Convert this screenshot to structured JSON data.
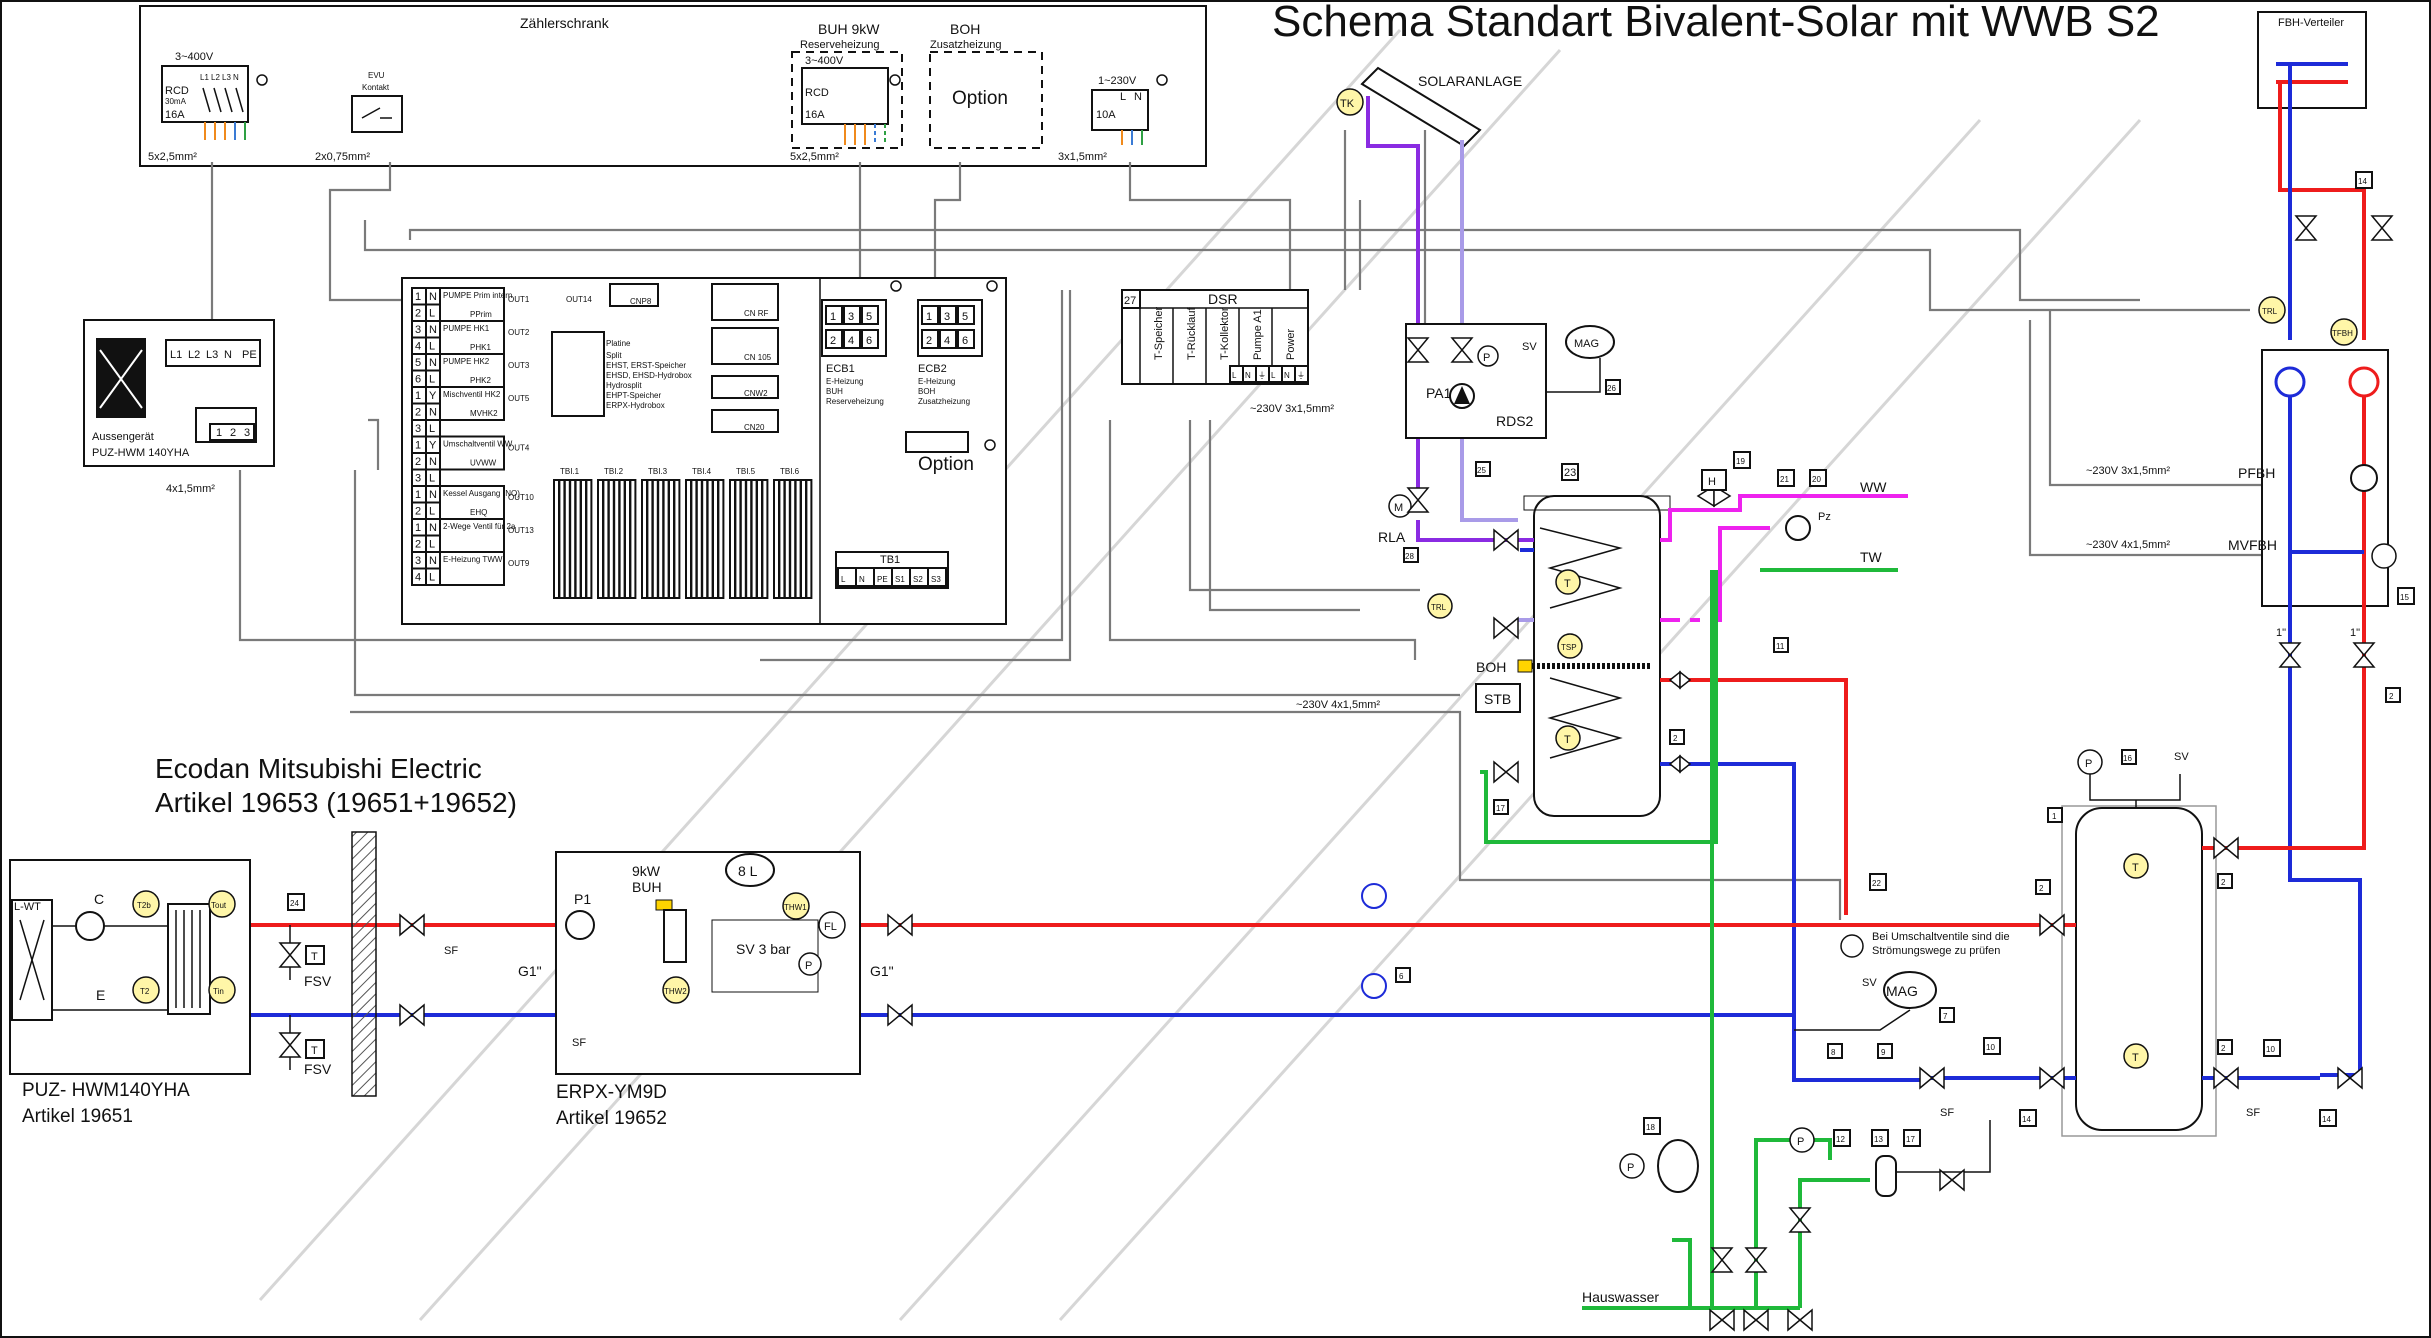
{
  "title": "Schema Standart Bivalent-Solar mit WWB S2",
  "meter_cabinet": {
    "label": "Zählerschrank",
    "supply_3ph": "3~400V",
    "rcd": "RCD",
    "rcd_rating": "30mA",
    "breaker": "16A",
    "phases": [
      "L1",
      "L2",
      "L3",
      "N"
    ],
    "cable_main": "5x2,5mm²",
    "evu_label": "EVU",
    "evu_sub": "Kontakt",
    "cable_evu": "2x0,75mm²",
    "buh_label": "BUH 9kW",
    "buh_sub": "Reserveheizung",
    "boh_label": "BOH",
    "boh_sub": "Zusatzheizung",
    "option": "Option",
    "cable_buh": "5x2,5mm²",
    "supply_1ph": "1~230V",
    "breaker_1ph": "10A",
    "ln": [
      "L",
      "N"
    ],
    "cable_1ph": "3x1,5mm²"
  },
  "outdoor": {
    "terminals": [
      "L1",
      "L2",
      "L3",
      "N",
      "PE"
    ],
    "terms_123": [
      "1",
      "2",
      "3"
    ],
    "label1": "Aussengerät",
    "label2": "PUZ-HWM 140YHA",
    "cable": "4x1,5mm²"
  },
  "controller": {
    "rows": [
      {
        "n1": "1",
        "n2": "N",
        "label": "PUMPE Prim intern",
        "code": "PPrim",
        "out": "OUT1"
      },
      {
        "n1": "2",
        "n2": "L",
        "label": "",
        "code": "",
        "out": ""
      },
      {
        "n1": "3",
        "n2": "N",
        "label": "PUMPE HK1",
        "code": "PHK1",
        "out": "OUT2"
      },
      {
        "n1": "4",
        "n2": "L",
        "label": "",
        "code": "",
        "out": ""
      },
      {
        "n1": "5",
        "n2": "N",
        "label": "PUMPE HK2",
        "code": "PHK2",
        "out": "OUT3"
      },
      {
        "n1": "6",
        "n2": "L",
        "label": "",
        "code": "",
        "out": ""
      },
      {
        "n1": "1",
        "n2": "Y",
        "label": "Mischventil HK2",
        "code": "MVHK2",
        "out": "OUT5"
      },
      {
        "n1": "2",
        "n2": "N",
        "label": "",
        "code": "",
        "out": ""
      },
      {
        "n1": "3",
        "n2": "L",
        "label": "",
        "code": "",
        "out": ""
      },
      {
        "n1": "1",
        "n2": "Y",
        "label": "Umschaltventil WW",
        "code": "UVWW",
        "out": "OUT4"
      },
      {
        "n1": "2",
        "n2": "N",
        "label": "",
        "code": "",
        "out": ""
      },
      {
        "n1": "3",
        "n2": "L",
        "label": "",
        "code": "",
        "out": ""
      },
      {
        "n1": "1",
        "n2": "N",
        "label": "Kessel Ausgang (NO)",
        "code": "EHQ",
        "out": "OUT10"
      },
      {
        "n1": "2",
        "n2": "L",
        "label": "",
        "code": "",
        "out": ""
      },
      {
        "n1": "1",
        "n2": "N",
        "label": "2-Wege Ventil für 2a",
        "code": "",
        "out": "OUT13"
      },
      {
        "n1": "2",
        "n2": "L",
        "label": "",
        "code": "",
        "out": ""
      },
      {
        "n1": "3",
        "n2": "N",
        "label": "E-Heizung TWW",
        "code": "",
        "out": "OUT9"
      },
      {
        "n1": "4",
        "n2": "L",
        "label": "",
        "code": "",
        "out": ""
      }
    ],
    "out14": "OUT14",
    "cnp8": "CNP8",
    "platine": "Platine",
    "platine_lines": [
      "Split",
      "EHST, ERST-Speicher",
      "EHSD, EHSD-Hydrobox",
      "Hydrosplit",
      "EHPT-Speicher",
      "ERPX-Hydrobox"
    ],
    "cn_rf": "CN RF",
    "cn105": "CN 105",
    "cnw2": "CNW2",
    "cn20": "CN20",
    "ecb1": "ECB1",
    "ecb2": "ECB2",
    "ecb_terms_top": [
      "1",
      "3",
      "5"
    ],
    "ecb_terms_bot": [
      "2",
      "4",
      "6"
    ],
    "ecb1_notes": [
      "E-Heizung",
      "BUH",
      "Reserveheizung"
    ],
    "ecb2_notes": [
      "E-Heizung",
      "BOH",
      "Zusatzheizung"
    ],
    "option": "Option",
    "tbi": [
      "TBI.1",
      "TBI.2",
      "TBI.3",
      "TBI.4",
      "TBI.5",
      "TBI.6"
    ],
    "tb1": "TB1",
    "tb1_terms": [
      "L",
      "N",
      "PE",
      "S1",
      "S2",
      "S3"
    ]
  },
  "dsr": {
    "number": "27",
    "label": "DSR",
    "columns": [
      "T-Speicher",
      "T-Rücklauf",
      "T-Kollektor",
      "Pumpe A1",
      "Power"
    ],
    "terms": [
      "L",
      "N",
      "⏚",
      "L",
      "N",
      "⏚"
    ],
    "cable": "~230V  3x1,5mm²"
  },
  "solar": {
    "label": "SOLARANLAGE",
    "tk": "TK",
    "rds2": "RDS2",
    "pa1": "PA1",
    "p": "P",
    "sv": "SV",
    "mag": "MAG",
    "n26": "26",
    "n25": "25",
    "rla": "RLA",
    "n28": "28",
    "m": "M"
  },
  "storage": {
    "n23": "23",
    "t": "T",
    "tsp": "TSP",
    "trl": "TRL",
    "boh": "BOH",
    "stb": "STB",
    "h": "H",
    "n19": "19",
    "n21": "21",
    "n20": "20",
    "pz": "Pz",
    "ww": "WW",
    "tw": "TW",
    "n11": "11",
    "n17": "17",
    "n2": "2",
    "cable": "~230V  4x1,5mm²"
  },
  "fbh": {
    "verteiler": "FBH-Verteiler",
    "n14": "14",
    "trl": "TRL",
    "tfbh": "TFBH",
    "pfbh": "PFBH",
    "mvfbh": "MVFBH",
    "n15": "15",
    "cable_p": "~230V  3x1,5mm²",
    "cable_mv": "~230V  4x1,5mm²",
    "one_inch": "1\"",
    "n2": "2"
  },
  "buffer": {
    "n1": "1",
    "n16": "16",
    "t": "T",
    "p": "P",
    "sv": "SV",
    "n2": "2",
    "n10": "10",
    "n14": "14",
    "sf": "SF"
  },
  "mixing": {
    "n22": "22",
    "note1": "Bei Umschaltventile sind die",
    "note2": "Strömungswege zu prüfen",
    "n6": "6",
    "sv": "SV",
    "mag": "MAG",
    "n7": "7",
    "n8": "8",
    "n9": "9"
  },
  "ecodan": {
    "line1": "Ecodan Mitsubishi Electric",
    "line2": "Artikel 19653 (19651+19652)"
  },
  "outdoor_unit": {
    "lwt": "L-WT",
    "c": "C",
    "e": "E",
    "t2b": "T2b",
    "t2": "T2",
    "tout": "Tout",
    "tin": "Tin",
    "model": "PUZ- HWM140YHA",
    "article": "Artikel  19651",
    "n24": "24",
    "fsv": "FSV",
    "t": "T"
  },
  "hydrobox": {
    "p1": "P1",
    "buh1": "9kW",
    "buh2": "BUH",
    "vol": "8 L",
    "thw1": "THW1",
    "thw2": "THW2",
    "fl": "FL",
    "sv": "SV 3 bar",
    "p": "P",
    "model": "ERPX-YM9D",
    "article": "Artikel  19652",
    "sf": "SF",
    "g1": "G1\""
  },
  "fill": {
    "n18": "18",
    "p": "P",
    "n12": "12",
    "n13": "13",
    "n17": "17",
    "hauswasser": "Hauswasser"
  },
  "colors": {
    "supply": "#ee1c1c",
    "return": "#1d2bd8",
    "cold_water": "#1fb93a",
    "solar_flow": "#8a2be2",
    "solar_return": "#a99be8",
    "circulation": "#ee22ee",
    "wiring": "#7a7a7a"
  }
}
